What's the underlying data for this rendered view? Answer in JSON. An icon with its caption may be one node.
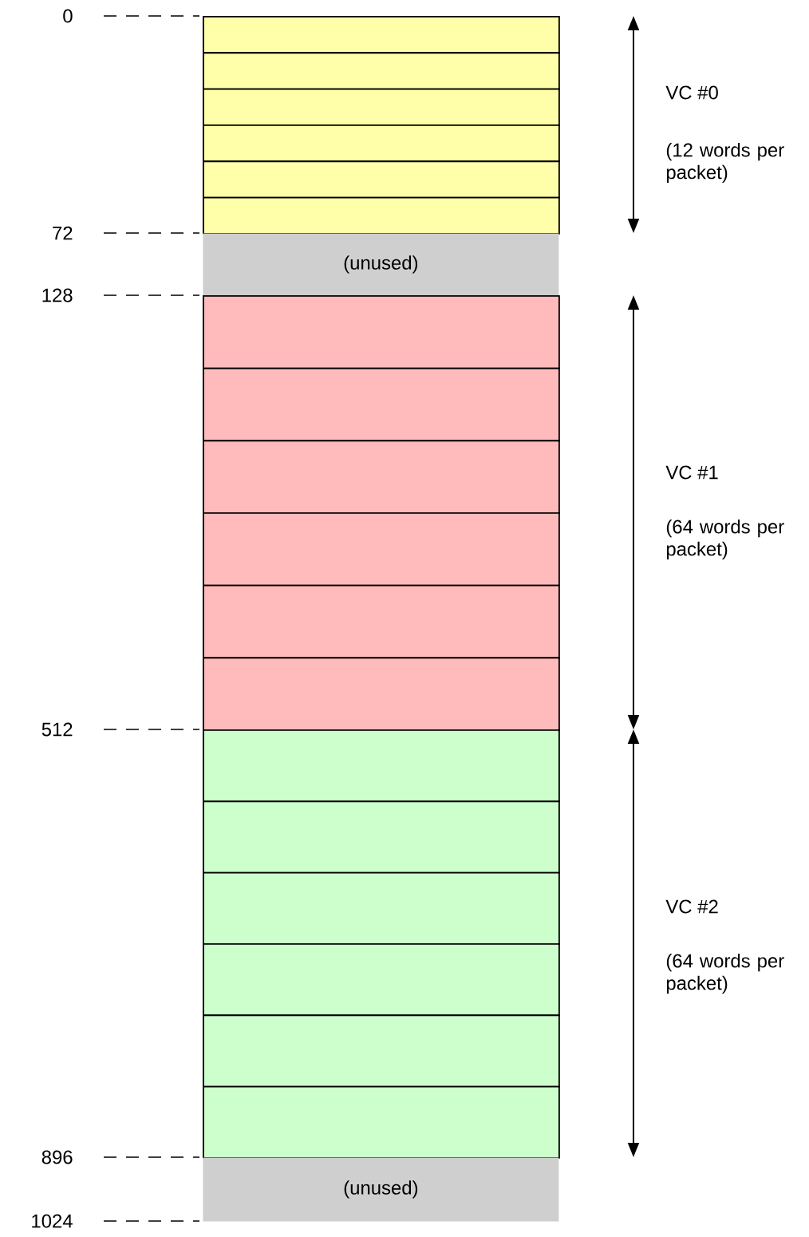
{
  "diagram": {
    "nodes": [
      {
        "text": [],
        "shape": "box"
      },
      {
        "text": [],
        "shape": "box"
      },
      {
        "text": [],
        "shape": "box"
      },
      {
        "text": [],
        "shape": "box"
      },
      {
        "text": [],
        "shape": "box"
      },
      {
        "text": [],
        "shape": "box"
      },
      {
        "text": [
          "(unused)"
        ]
      },
      {
        "text": [],
        "shape": "box"
      },
      {
        "text": [],
        "shape": "box"
      },
      {
        "text": [],
        "shape": "box"
      },
      {
        "text": [],
        "shape": "box"
      },
      {
        "text": [],
        "shape": "box"
      },
      {
        "text": [],
        "shape": "box"
      },
      {
        "text": [],
        "shape": "box"
      },
      {
        "text": [],
        "shape": "box"
      },
      {
        "text": [],
        "shape": "box"
      },
      {
        "text": [],
        "shape": "box"
      },
      {
        "text": [],
        "shape": "box"
      },
      {
        "text": [],
        "shape": "box"
      },
      {
        "text": [
          "(unused)"
        ]
      }
    ],
    "labels": [
      "0",
      "VC #0",
      "(12 words per packet)",
      "72",
      "128",
      "VC #1",
      "(64 words per packet)",
      "512",
      "VC #2",
      "(64 words per packet)",
      "896",
      "1024"
    ]
  }
}
